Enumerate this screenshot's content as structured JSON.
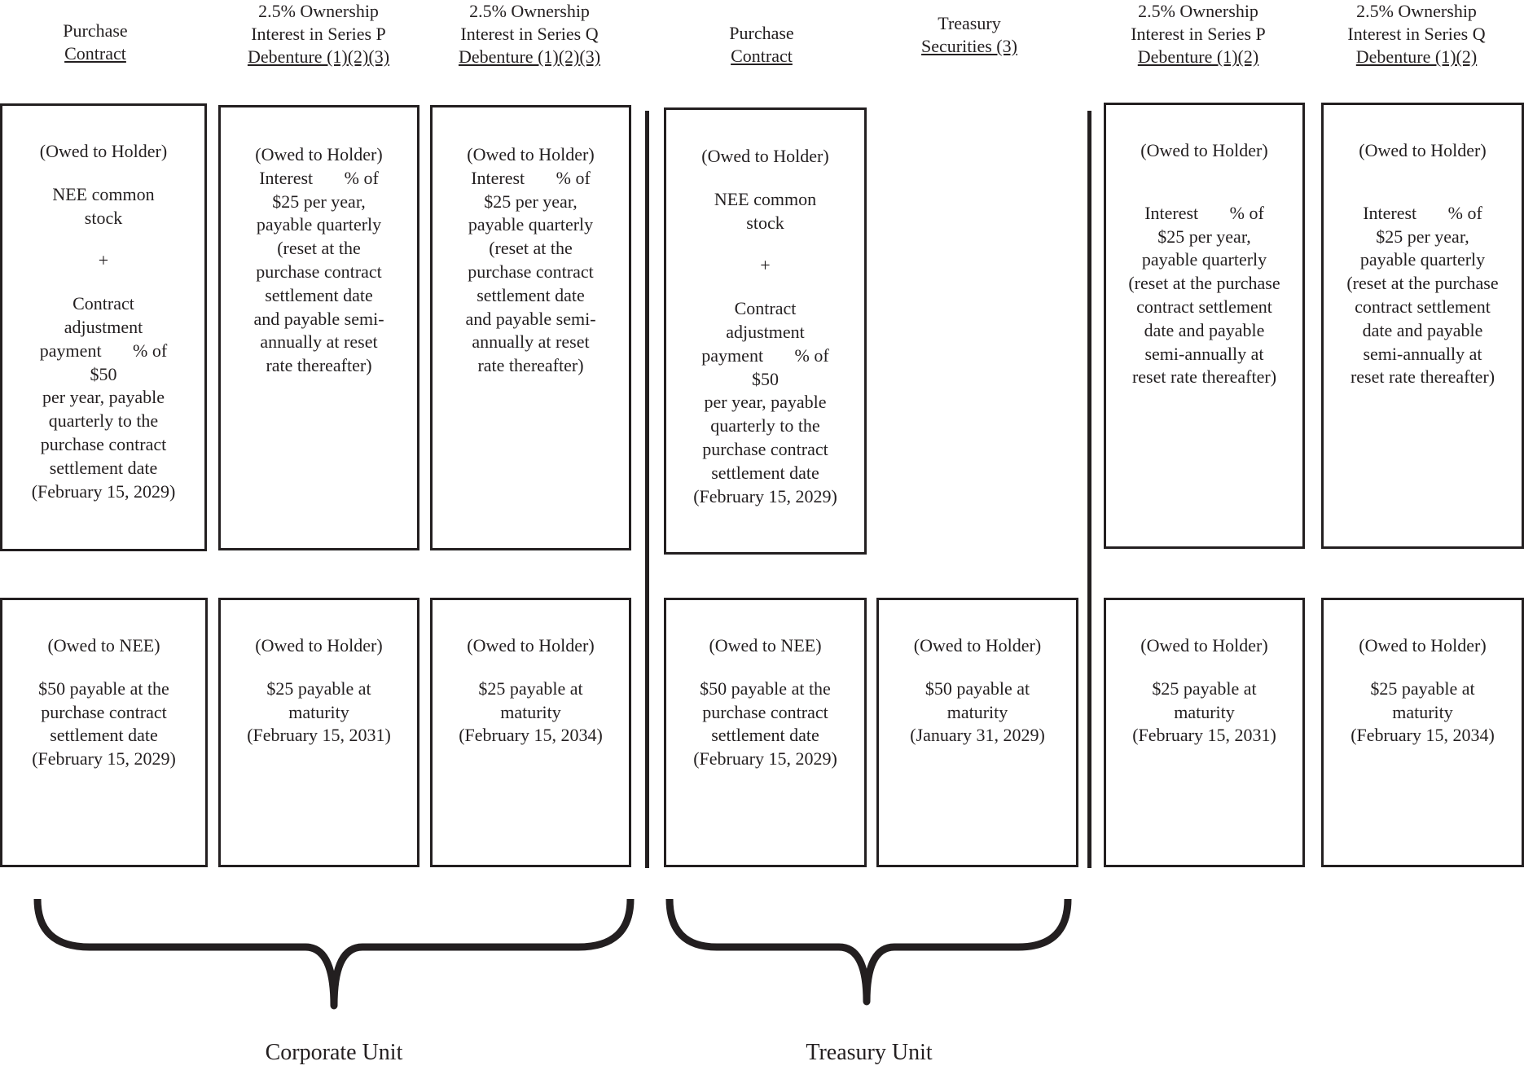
{
  "headers": {
    "corp_purchase": [
      "Purchase",
      "Contract"
    ],
    "corp_p": [
      "2.5% Ownership",
      "Interest in Series P",
      "Debenture (1)(2)(3)"
    ],
    "corp_q": [
      "2.5% Ownership",
      "Interest in Series Q",
      "Debenture (1)(2)(3)"
    ],
    "treas_purchase": [
      "Purchase",
      "Contract"
    ],
    "treas_sec": [
      "Treasury",
      "Securities (3)"
    ],
    "sep_p": [
      "2.5% Ownership",
      "Interest in Series P",
      "Debenture (1)(2)"
    ],
    "sep_q": [
      "2.5% Ownership",
      "Interest in Series Q",
      "Debenture (1)(2)"
    ]
  },
  "top_boxes": {
    "corp_purchase": [
      "(Owed to Holder)",
      "",
      "NEE common",
      "stock",
      "",
      "+",
      "",
      "Contract",
      "adjustment",
      "payment       % of",
      "$50",
      "per year, payable",
      "quarterly to the",
      "purchase contract",
      "settlement date",
      "(February 15, 2029)"
    ],
    "corp_p": [
      "(Owed to Holder)",
      "Interest       % of",
      "$25 per year,",
      "payable quarterly",
      "(reset at the",
      "purchase contract",
      "settlement date",
      "and payable semi-",
      "annually at reset",
      "rate thereafter)"
    ],
    "corp_q": [
      "(Owed to Holder)",
      "Interest       % of",
      "$25 per year,",
      "payable quarterly",
      "(reset at the",
      "purchase contract",
      "settlement date",
      "and payable semi-",
      "annually at reset",
      "rate thereafter)"
    ],
    "treas_purchase": [
      "(Owed to Holder)",
      "",
      "NEE common",
      "stock",
      "",
      "+",
      "",
      "Contract",
      "adjustment",
      "payment       % of",
      "$50",
      "per year, payable",
      "quarterly to the",
      "purchase contract",
      "settlement date",
      "(February 15, 2029)"
    ],
    "sep_p": [
      "(Owed to Holder)",
      "",
      "",
      "Interest       % of",
      "$25 per year,",
      "payable quarterly",
      "(reset at the purchase",
      "contract settlement",
      "date and payable",
      "semi-annually at",
      "reset rate thereafter)"
    ],
    "sep_q": [
      "(Owed to Holder)",
      "",
      "",
      "Interest       % of",
      "$25 per year,",
      "payable quarterly",
      "(reset at the purchase",
      "contract settlement",
      "date and payable",
      "semi-annually at",
      "reset rate thereafter)"
    ]
  },
  "bottom_boxes": {
    "corp_purchase": [
      "(Owed to NEE)",
      "",
      "$50 payable at the",
      "purchase contract",
      "settlement date",
      "(February 15, 2029)"
    ],
    "corp_p": [
      "(Owed to Holder)",
      "",
      "$25 payable at",
      "maturity",
      "(February 15, 2031)"
    ],
    "corp_q": [
      "(Owed to Holder)",
      "",
      "$25 payable at",
      "maturity",
      "(February 15, 2034)"
    ],
    "treas_purchase": [
      "(Owed to NEE)",
      "",
      "$50 payable at the",
      "purchase contract",
      "settlement date",
      "(February 15, 2029)"
    ],
    "treas_sec": [
      "(Owed to Holder)",
      "",
      "$50 payable at",
      "maturity",
      "(January 31, 2029)"
    ],
    "sep_p": [
      "(Owed to Holder)",
      "",
      "$25 payable at",
      "maturity",
      "(February 15, 2031)"
    ],
    "sep_q": [
      "(Owed to Holder)",
      "",
      "$25 payable at",
      "maturity",
      "(February 15, 2034)"
    ]
  },
  "labels": {
    "corporate_unit": "Corporate Unit",
    "treasury_unit": "Treasury Unit"
  },
  "colors": {
    "ink": "#231f20",
    "background": "#ffffff"
  }
}
